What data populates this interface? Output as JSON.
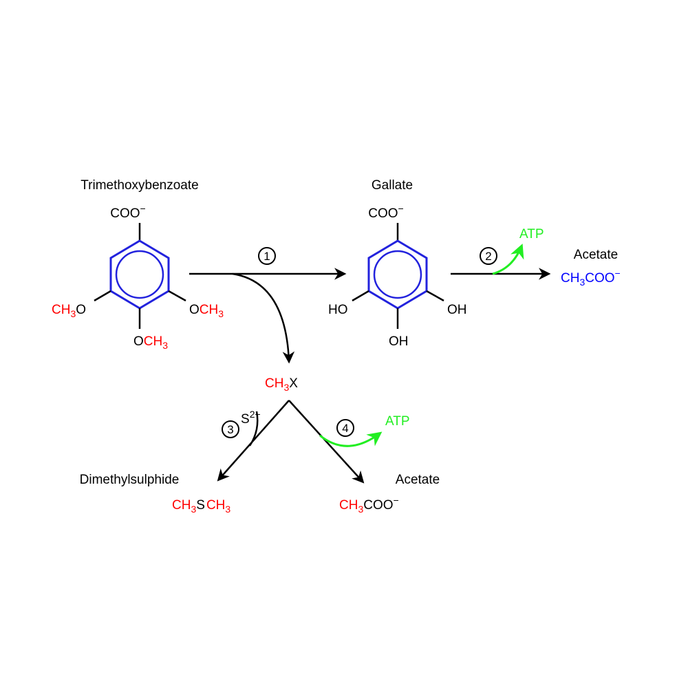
{
  "colors": {
    "ring": "#2222dd",
    "methyl": "#ff0000",
    "atp": "#22ee22",
    "acetate_blue": "#0000ff",
    "line": "#000000"
  },
  "compounds": {
    "trimethoxybenzoate": {
      "name": "Trimethoxybenzoate",
      "carboxylate": "COO",
      "charge": "−",
      "left_group": {
        "ch": "CH",
        "sub": "3",
        "o": "O"
      },
      "right_group": {
        "o": "O",
        "ch": "CH",
        "sub": "3"
      },
      "bottom_group": {
        "o": "O",
        "ch": "CH",
        "sub": "3"
      }
    },
    "gallate": {
      "name": "Gallate",
      "carboxylate": "COO",
      "charge": "−",
      "left_group": "HO",
      "right_group": "OH",
      "bottom_group": "OH"
    },
    "acetate_top": {
      "name": "Acetate",
      "ch": "CH",
      "sub": "3",
      "coo": "COO",
      "charge": "−"
    },
    "methyl_x": {
      "ch": "CH",
      "sub": "3",
      "x": "X"
    },
    "sulfide": {
      "s": "S",
      "charge": "2−"
    },
    "dimethylsulphide": {
      "name": "Dimethylsulphide",
      "ch1": "CH",
      "sub1": "3",
      "s": "S",
      "ch2": "CH",
      "sub2": "3"
    },
    "acetate_bottom": {
      "name": "Acetate",
      "ch": "CH",
      "sub": "3",
      "coo": "COO",
      "charge": "−"
    }
  },
  "steps": [
    "1",
    "2",
    "3",
    "4"
  ],
  "atp_labels": [
    "ATP",
    "ATP"
  ]
}
